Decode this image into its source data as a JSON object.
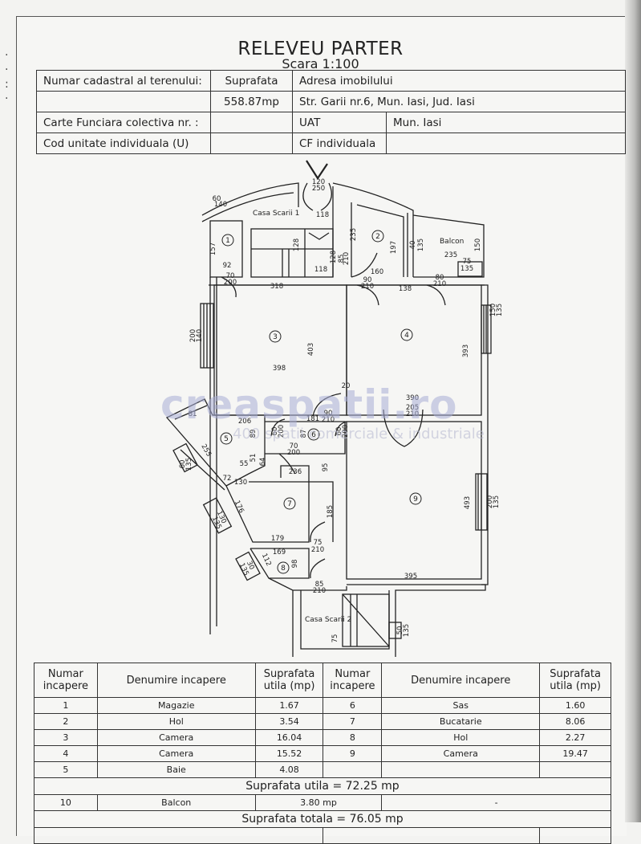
{
  "header": {
    "title": "RELEVEU PARTER",
    "scale": "Scara 1:100"
  },
  "info_table": {
    "cadastral_label": "Numar cadastral al terenului:",
    "cadastral_value": "",
    "area_label": "Suprafata",
    "area_value": "558.87mp",
    "address_label": "Adresa imobilului",
    "address_value": "Str. Garii nr.6, Mun. Iasi, Jud. Iasi",
    "cf_label": "Carte Funciara colectiva nr. :",
    "cf_value": "",
    "uat_label": "UAT",
    "uat_value": "Mun. Iasi",
    "unit_code_label": "Cod unitate individuala (U)",
    "unit_code_value": "",
    "cf_individual_label": "CF individuala",
    "cf_individual_value": ""
  },
  "floor_plan": {
    "labels": {
      "stair1": "Casa Scarii 1",
      "stair2": "Casa Scarii 2",
      "balcony": "Balcon"
    },
    "room_markers": [
      "1",
      "2",
      "3",
      "4",
      "5",
      "6",
      "7",
      "8",
      "9"
    ],
    "dimensions": {
      "entrance_top": "120",
      "entrance_bottom": "250",
      "win1_top": "60",
      "win1_bottom": "140",
      "r1_h": "157",
      "r1_w": "92",
      "r1_door_w": "70",
      "r1_door_h": "200",
      "stair_top": "118",
      "stair_bottom": "118",
      "stair_h": "128",
      "stair_h2": "128",
      "stair_door_w": "85",
      "stair_door_h": "210",
      "r2_side": "235",
      "r2_h": "197",
      "r2_w": "160",
      "r2_door_w": "90",
      "r2_door_h": "210",
      "balc_win_w": "40",
      "balc_win_h": "135",
      "balc_w": "235",
      "balc_h": "150",
      "balc_door_w": "80",
      "balc_door_h": "210",
      "balc_win2_w": "75",
      "balc_win2_h": "135",
      "r3_top": "318",
      "r3_h": "403",
      "r3_w": "398",
      "r3_win_w": "200",
      "r3_win_h": "140",
      "r4_top": "138",
      "r4_h": "393",
      "r4_w": "390",
      "r4_win_w": "150",
      "r4_win_h": "135",
      "r4_door_w": "205",
      "r4_door_h": "210",
      "r3_door_w": "90",
      "r3_door_h": "210",
      "r3_door_side": "20",
      "r5_w": "206",
      "r5_a": "81",
      "r5_b": "89",
      "r5_diag": "255",
      "r5_c": "51",
      "r5_d": "55",
      "r5_e": "72",
      "r5_win_w": "60",
      "r5_win_h": "135",
      "r5_door_w": "60",
      "r5_door_h": "200",
      "r6_w": "181",
      "r6_h": "87",
      "r6_door_w": "70",
      "r6_door_h": "200",
      "r6_door2_w": "60",
      "r6_door2_h": "200",
      "r7_top": "236",
      "r7_a": "95",
      "r7_b": "130",
      "r7_c": "64",
      "r7_diag": "176",
      "r7_h": "185",
      "r7_w": "179",
      "r7_win_w": "130",
      "r7_win_h": "135",
      "r7_door_w": "75",
      "r7_door_h": "210",
      "r8_w": "169",
      "r8_h": "98",
      "r8_diag": "112",
      "r8_win_w": "30",
      "r8_win_h": "135",
      "r8_door_w": "85",
      "r8_door_h": "210",
      "r9_h": "493",
      "r9_w": "395",
      "r9_win_w": "200",
      "r9_win_h": "135",
      "s2_h": "75",
      "s2_win_w": "50",
      "s2_win_h": "135"
    }
  },
  "watermark": {
    "brand": "creaspatii.ro",
    "tagline": "400 spatii comerciale & industriale"
  },
  "rooms_table": {
    "headers": {
      "num": "Numar incapere",
      "name": "Denumire incapere",
      "area": "Suprafata utila (mp)"
    },
    "left": [
      {
        "num": "1",
        "name": "Magazie",
        "area": "1.67"
      },
      {
        "num": "2",
        "name": "Hol",
        "area": "3.54"
      },
      {
        "num": "3",
        "name": "Camera",
        "area": "16.04"
      },
      {
        "num": "4",
        "name": "Camera",
        "area": "15.52"
      },
      {
        "num": "5",
        "name": "Baie",
        "area": "4.08"
      }
    ],
    "right": [
      {
        "num": "6",
        "name": "Sas",
        "area": "1.60"
      },
      {
        "num": "7",
        "name": "Bucatarie",
        "area": "8.06"
      },
      {
        "num": "8",
        "name": "Hol",
        "area": "2.27"
      },
      {
        "num": "9",
        "name": "Camera",
        "area": "19.47"
      },
      {
        "num": "",
        "name": "",
        "area": ""
      }
    ],
    "useful_total": "Suprafata utila = 72.25 mp",
    "balcony": {
      "num": "10",
      "name": "Balcon",
      "area": "3.80 mp",
      "extra": "-"
    },
    "grand_total": "Suprafata totala = 76.05 mp"
  }
}
